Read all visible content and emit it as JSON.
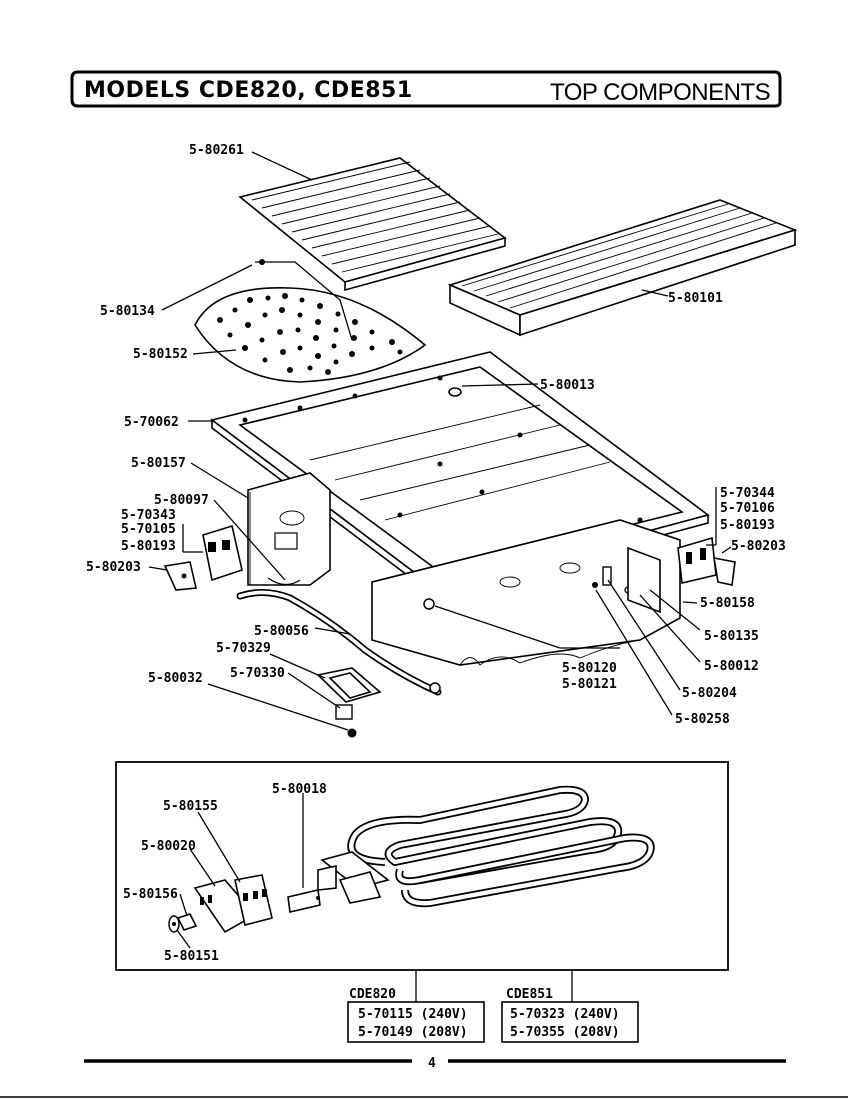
{
  "header": {
    "models": "MODELS CDE820, CDE851",
    "section": "TOP COMPONENTS"
  },
  "labels": {
    "p80261": "5-80261",
    "p80101": "5-80101",
    "p80134": "5-80134",
    "p80152": "5-80152",
    "p80013": "5-80013",
    "p70062": "5-70062",
    "p80157": "5-80157",
    "p80097": "5-80097",
    "p70343": "5-70343",
    "p70105": "5-70105",
    "p80193a": "5-80193",
    "p80203a": "5-80203",
    "p70344": "5-70344",
    "p70106": "5-70106",
    "p80193b": "5-80193",
    "p80203b": "5-80203",
    "p80158": "5-80158",
    "p80135": "5-80135",
    "p80012": "5-80012",
    "p80204": "5-80204",
    "p80258": "5-80258",
    "p80120": "5-80120",
    "p80121": "5-80121",
    "p80056": "5-80056",
    "p70329": "5-70329",
    "p70330": "5-70330",
    "p80032": "5-80032",
    "p80018": "5-80018",
    "p80155": "5-80155",
    "p80020": "5-80020",
    "p80156": "5-80156",
    "p80151": "5-80151"
  },
  "elements": {
    "cde820": {
      "model": "CDE820",
      "line1": "5-70115 (240V)",
      "line2": "5-70149 (208V)"
    },
    "cde851": {
      "model": "CDE851",
      "line1": "5-70323 (240V)",
      "line2": "5-70355 (208V)"
    }
  },
  "footer": {
    "page_number": "4"
  }
}
